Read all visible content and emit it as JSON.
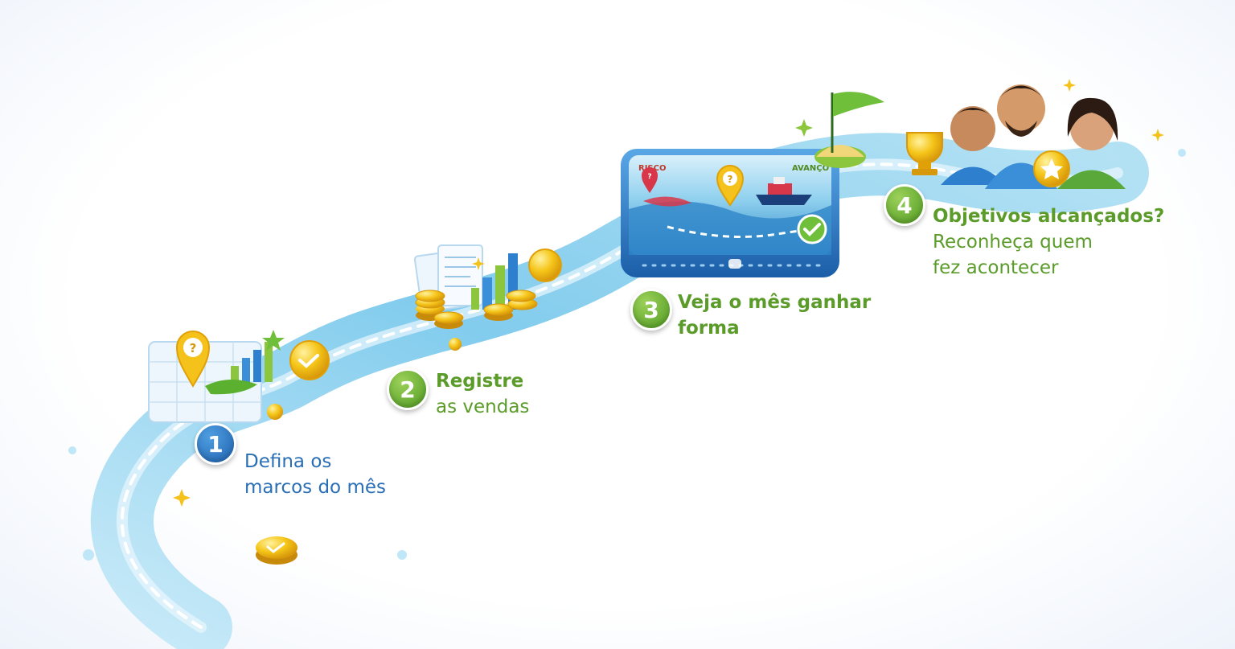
{
  "steps": [
    {
      "number": "1",
      "line1": "Defina os",
      "line2": "marcos do mês"
    },
    {
      "number": "2",
      "line1": "Registre",
      "line2": "as vendas"
    },
    {
      "number": "3",
      "line1": "Veja o mês ganhar",
      "line2": "forma"
    },
    {
      "number": "4",
      "line1": "Objetivos alcançados?",
      "line2": "Reconheça quem",
      "line3": "fez acontecer"
    }
  ],
  "dashboard": {
    "left_label": "RISCO",
    "right_label": "AVANÇO"
  },
  "colors": {
    "step_blue": "#2a6fb5",
    "step_green": "#5a9b2a",
    "water": "#7cc6ea",
    "coin": "#f4c21a"
  }
}
